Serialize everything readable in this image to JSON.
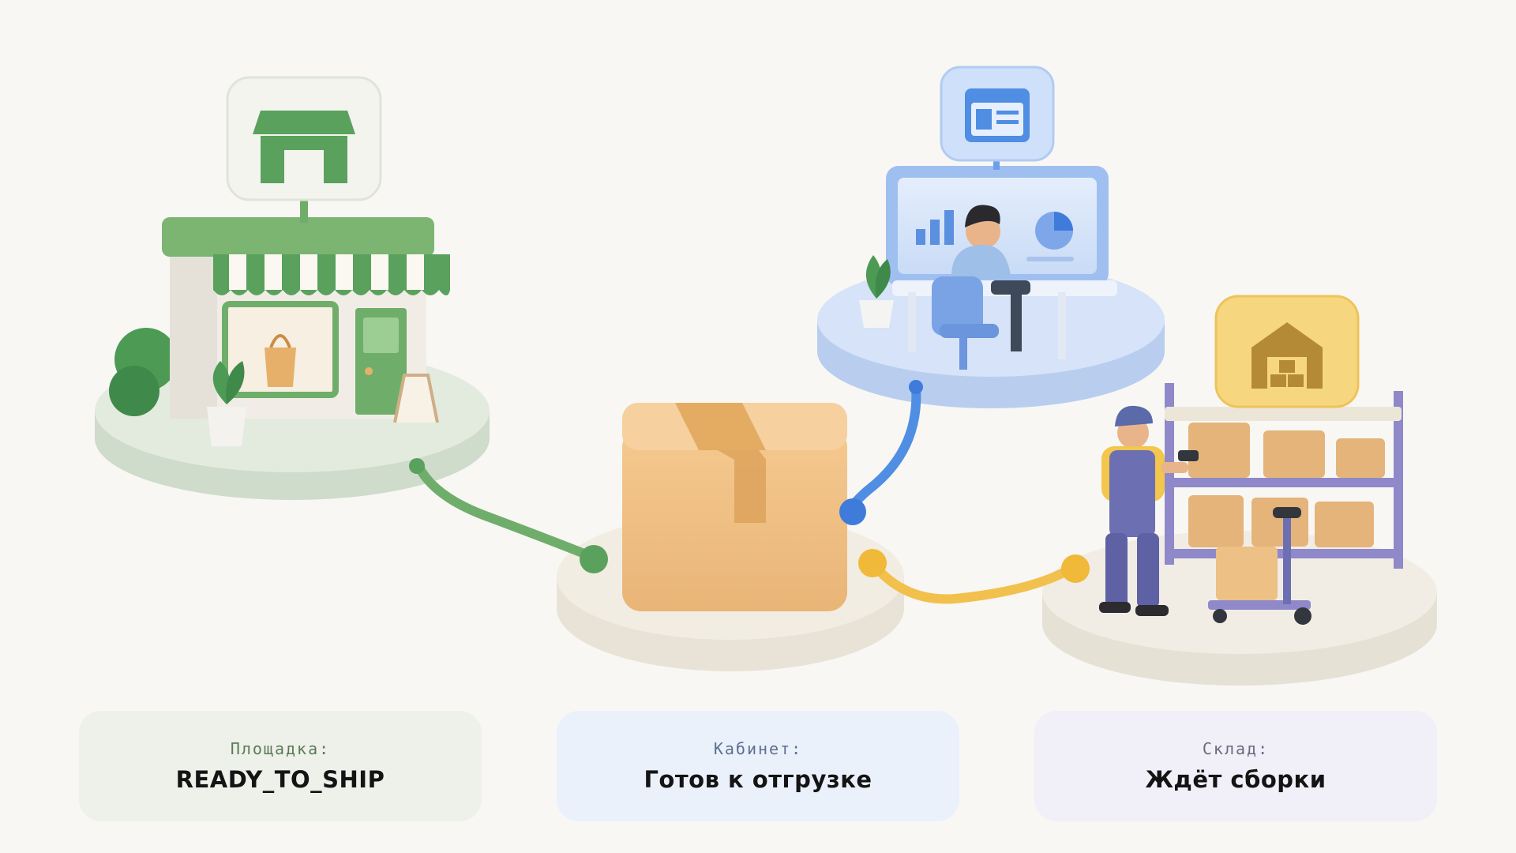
{
  "cards": [
    {
      "caption": "Площадка:",
      "value": "READY_TO_SHIP"
    },
    {
      "caption": "Кабинет:",
      "value": "Готов к отгрузке"
    },
    {
      "caption": "Склад:",
      "value": "Ждёт сборки"
    }
  ],
  "colors": {
    "platform_accent": "#6fae6a",
    "cabinet_accent": "#4f8ee3",
    "warehouse_accent": "#f2c04c",
    "box": "#eebf83"
  },
  "icons": [
    "storefront-icon",
    "browser-window-icon",
    "warehouse-icon"
  ]
}
